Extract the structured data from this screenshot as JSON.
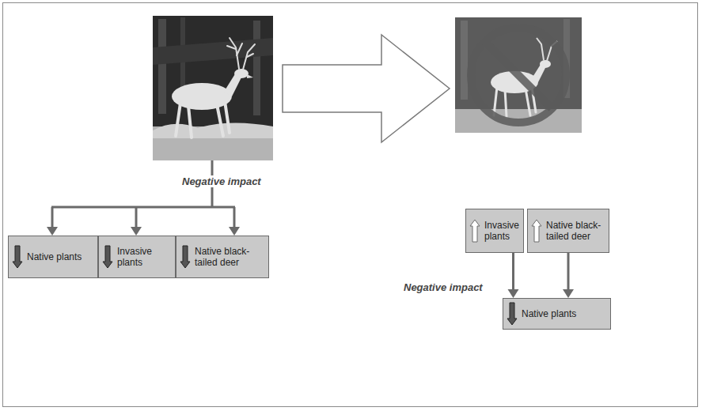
{
  "diagram": {
    "nodes": [
      {
        "text": [
          "Native plants"
        ]
      },
      {
        "text": [
          "Invasive plants"
        ]
      },
      {
        "text": [
          "Native black-tailed deer"
        ]
      },
      {
        "text": [
          "Invasive plants"
        ]
      },
      {
        "text": [
          "Native black-tailed deer"
        ]
      },
      {
        "text": [
          "Native plants"
        ]
      }
    ],
    "edges": [
      {
        "from": 3,
        "to": 5,
        "arrow": "to"
      },
      {
        "from": 4,
        "to": 5,
        "arrow": "to"
      }
    ],
    "labels": [
      "Negative impact",
      "Negative impact"
    ]
  }
}
